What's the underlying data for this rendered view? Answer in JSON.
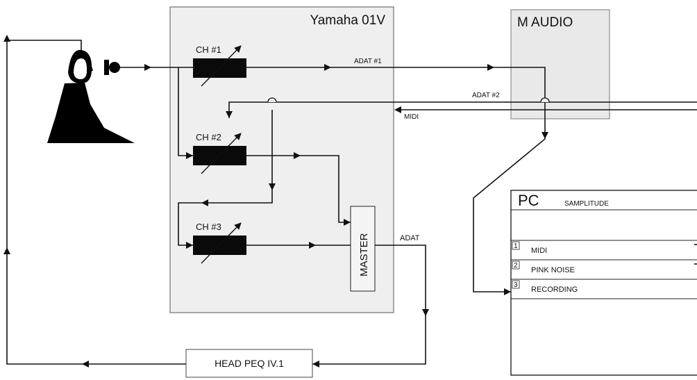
{
  "mixer": {
    "title": "Yamaha 01V"
  },
  "interface": {
    "title": "M AUDIO"
  },
  "pc": {
    "title": "PC",
    "software": "SAMPLITUDE",
    "tracks": [
      {
        "number": "1",
        "label": "MIDI"
      },
      {
        "number": "2",
        "label": "PINK NOISE"
      },
      {
        "number": "3",
        "label": "RECORDING"
      }
    ]
  },
  "channels": [
    {
      "label": "CH #1"
    },
    {
      "label": "CH #2"
    },
    {
      "label": "CH #3"
    }
  ],
  "master": {
    "label": "MASTER"
  },
  "signals": {
    "adat1": "ADAT #1",
    "adat2": "ADAT #2",
    "midi": "MIDI",
    "adat_out": "ADAT"
  },
  "headphone_eq": {
    "label": "HEAD PEQ IV.1"
  },
  "colors": {
    "panel_fill": "#efefef",
    "line": "#111111",
    "fader": "#0a0a0a"
  },
  "icons": [
    "listener-icon",
    "microphone-icon",
    "fader-knob-icon"
  ]
}
